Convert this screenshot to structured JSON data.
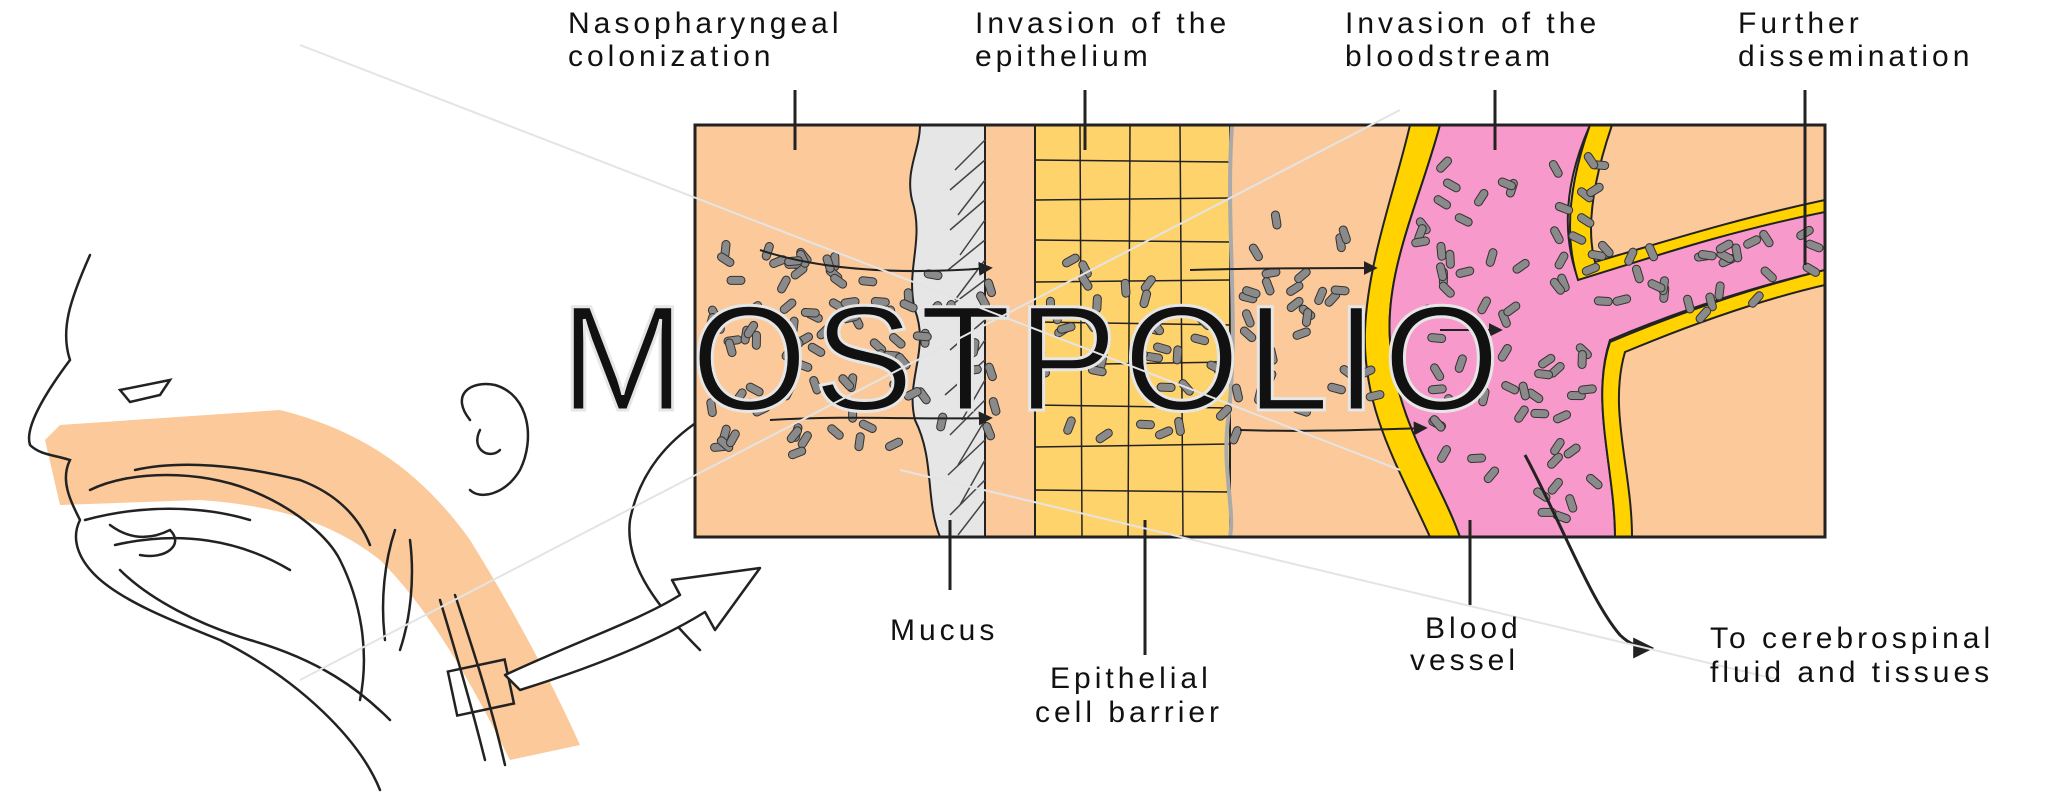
{
  "diagram": {
    "stages": [
      {
        "id": "nasopharyngeal",
        "line1": "Nasopharyngeal",
        "line2": "colonization"
      },
      {
        "id": "epithelium",
        "line1": "Invasion of the",
        "line2": "epithelium"
      },
      {
        "id": "bloodstream",
        "line1": "Invasion of the",
        "line2": "bloodstream"
      },
      {
        "id": "dissemination",
        "line1": "Further",
        "line2": "dissemination"
      }
    ],
    "bottom_labels": {
      "mucus": "Mucus",
      "epithelial_line1": "Epithelial",
      "epithelial_line2": "cell barrier",
      "blood_line1": "Blood",
      "blood_line2": "vessel",
      "csf_line1": "To cerebrospinal",
      "csf_line2": "fluid and tissues"
    },
    "watermark": "MOSTPOLIO"
  },
  "colors": {
    "tissue": "#fbc99a",
    "mucus": "#e6e6e6",
    "epithelium": "#ffd36b",
    "blood": "#f79acb",
    "vessel_wall": "#ffd200",
    "outline": "#222222"
  }
}
